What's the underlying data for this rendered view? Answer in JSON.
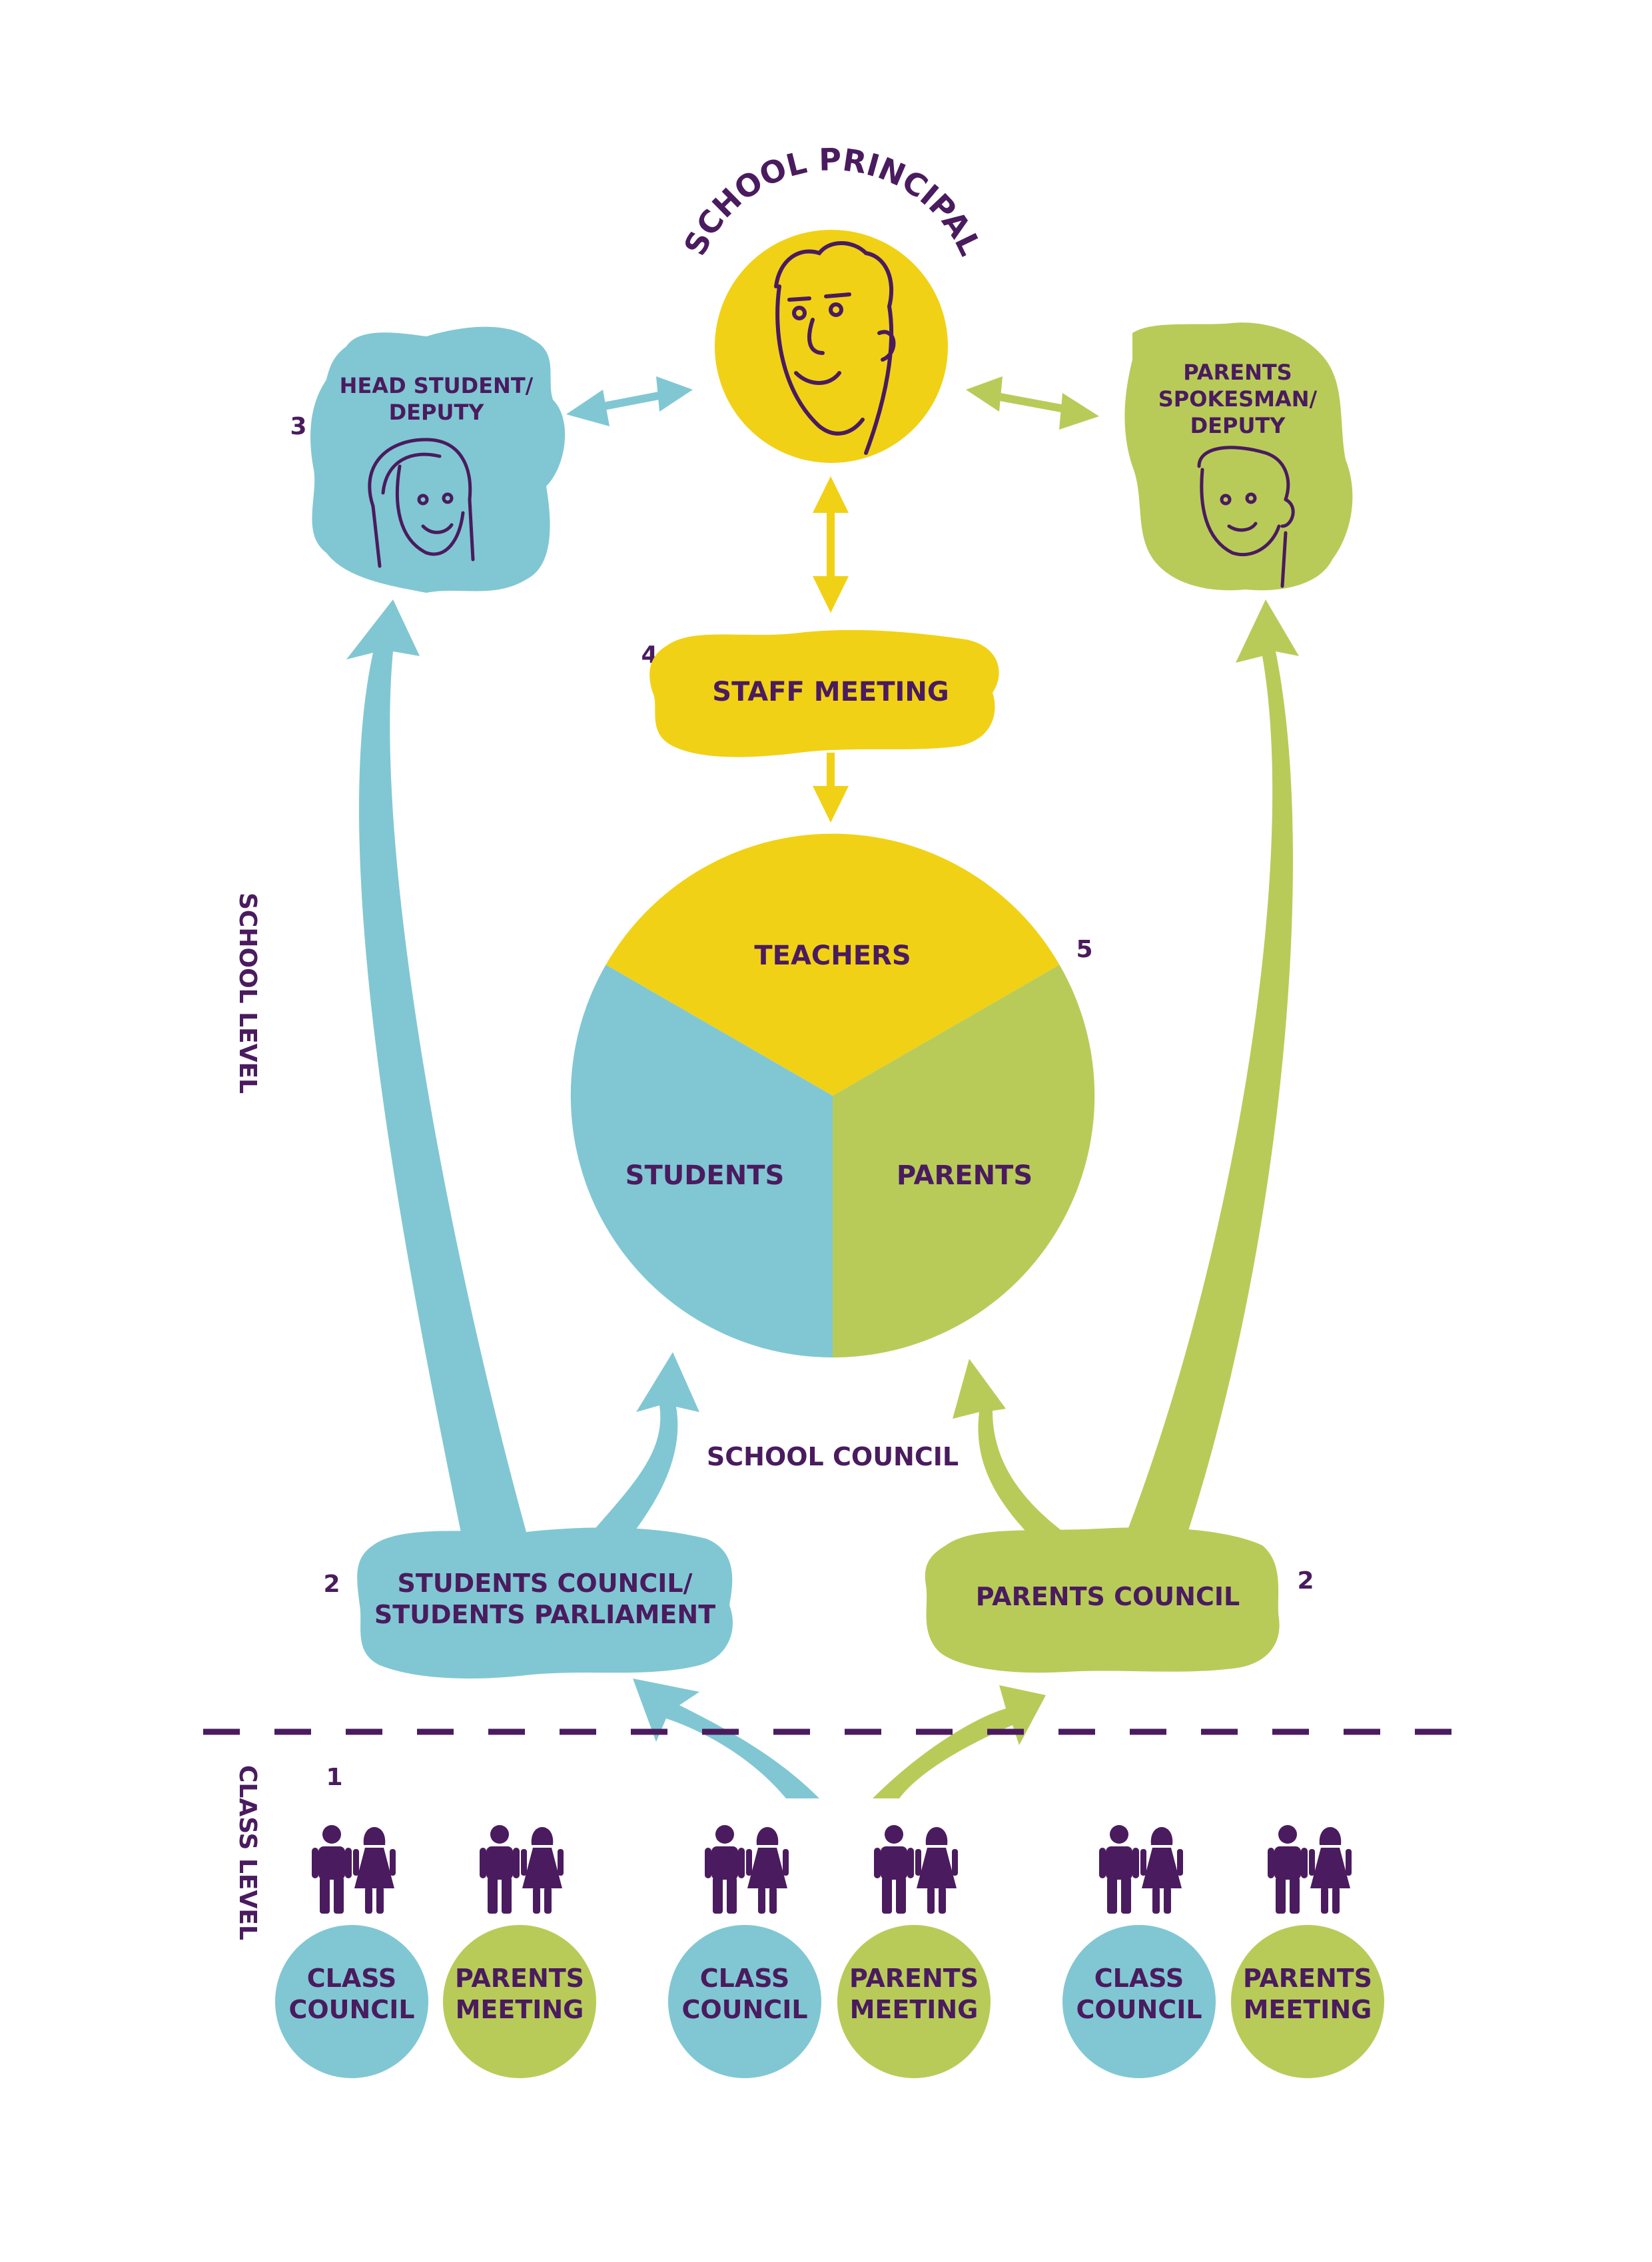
{
  "colors": {
    "blue": "#80c7d3",
    "green": "#b8cb59",
    "yellow": "#f1d116",
    "purple": "#4a1b5e"
  },
  "principal": {
    "label": "SCHOOL PRINCIPAL"
  },
  "head_student": {
    "number": "3",
    "line1": "HEAD STUDENT/",
    "line2": "DEPUTY"
  },
  "parents_spokesman": {
    "line1": "PARENTS",
    "line2": "SPOKESMAN/",
    "line3": "DEPUTY"
  },
  "staff_meeting": {
    "number": "4",
    "label": "STAFF MEETING"
  },
  "school_council": {
    "number": "5",
    "teachers": "TEACHERS",
    "students": "STUDENTS",
    "parents": "PARENTS",
    "caption": "SCHOOL COUNCIL"
  },
  "students_council": {
    "number": "2",
    "line1": "STUDENTS COUNCIL/",
    "line2": "STUDENTS PARLIAMENT"
  },
  "parents_council": {
    "number": "2",
    "label": "PARENTS COUNCIL"
  },
  "levels": {
    "school": "SCHOOL LEVEL",
    "class": "CLASS LEVEL",
    "class_number": "1"
  },
  "class_groups": [
    {
      "class_line1": "CLASS",
      "class_line2": "COUNCIL",
      "parents_line1": "PARENTS",
      "parents_line2": "MEETING"
    },
    {
      "class_line1": "CLASS",
      "class_line2": "COUNCIL",
      "parents_line1": "PARENTS",
      "parents_line2": "MEETING"
    },
    {
      "class_line1": "CLASS",
      "class_line2": "COUNCIL",
      "parents_line1": "PARENTS",
      "parents_line2": "MEETING"
    }
  ]
}
